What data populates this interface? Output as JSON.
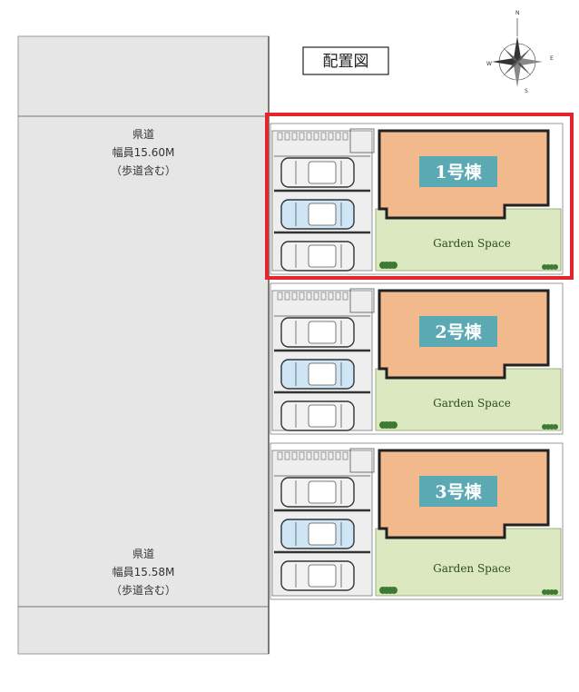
{
  "title": "配置図",
  "compass": {
    "n": "N",
    "s": "S",
    "e": "E",
    "w": "W"
  },
  "road_top": {
    "line1": "県道",
    "line2": "幅員15.60M",
    "line3": "（歩道含む）"
  },
  "road_bottom": {
    "line1": "県道",
    "line2": "幅員15.58M",
    "line3": "（歩道含む）"
  },
  "lots": [
    {
      "label": "1号棟",
      "garden": "Garden Space",
      "highlighted": true
    },
    {
      "label": "2号棟",
      "garden": "Garden Space",
      "highlighted": false
    },
    {
      "label": "3号棟",
      "garden": "Garden Space",
      "highlighted": false
    }
  ],
  "colors": {
    "road": "#e6e6e6",
    "house": "#f2b98d",
    "house_label_bg": "#5ba9b3",
    "garden": "#dce8c0",
    "highlight": "#e3262b",
    "car_blue": "#cfe6f7",
    "car_white": "#f2f2f2"
  }
}
